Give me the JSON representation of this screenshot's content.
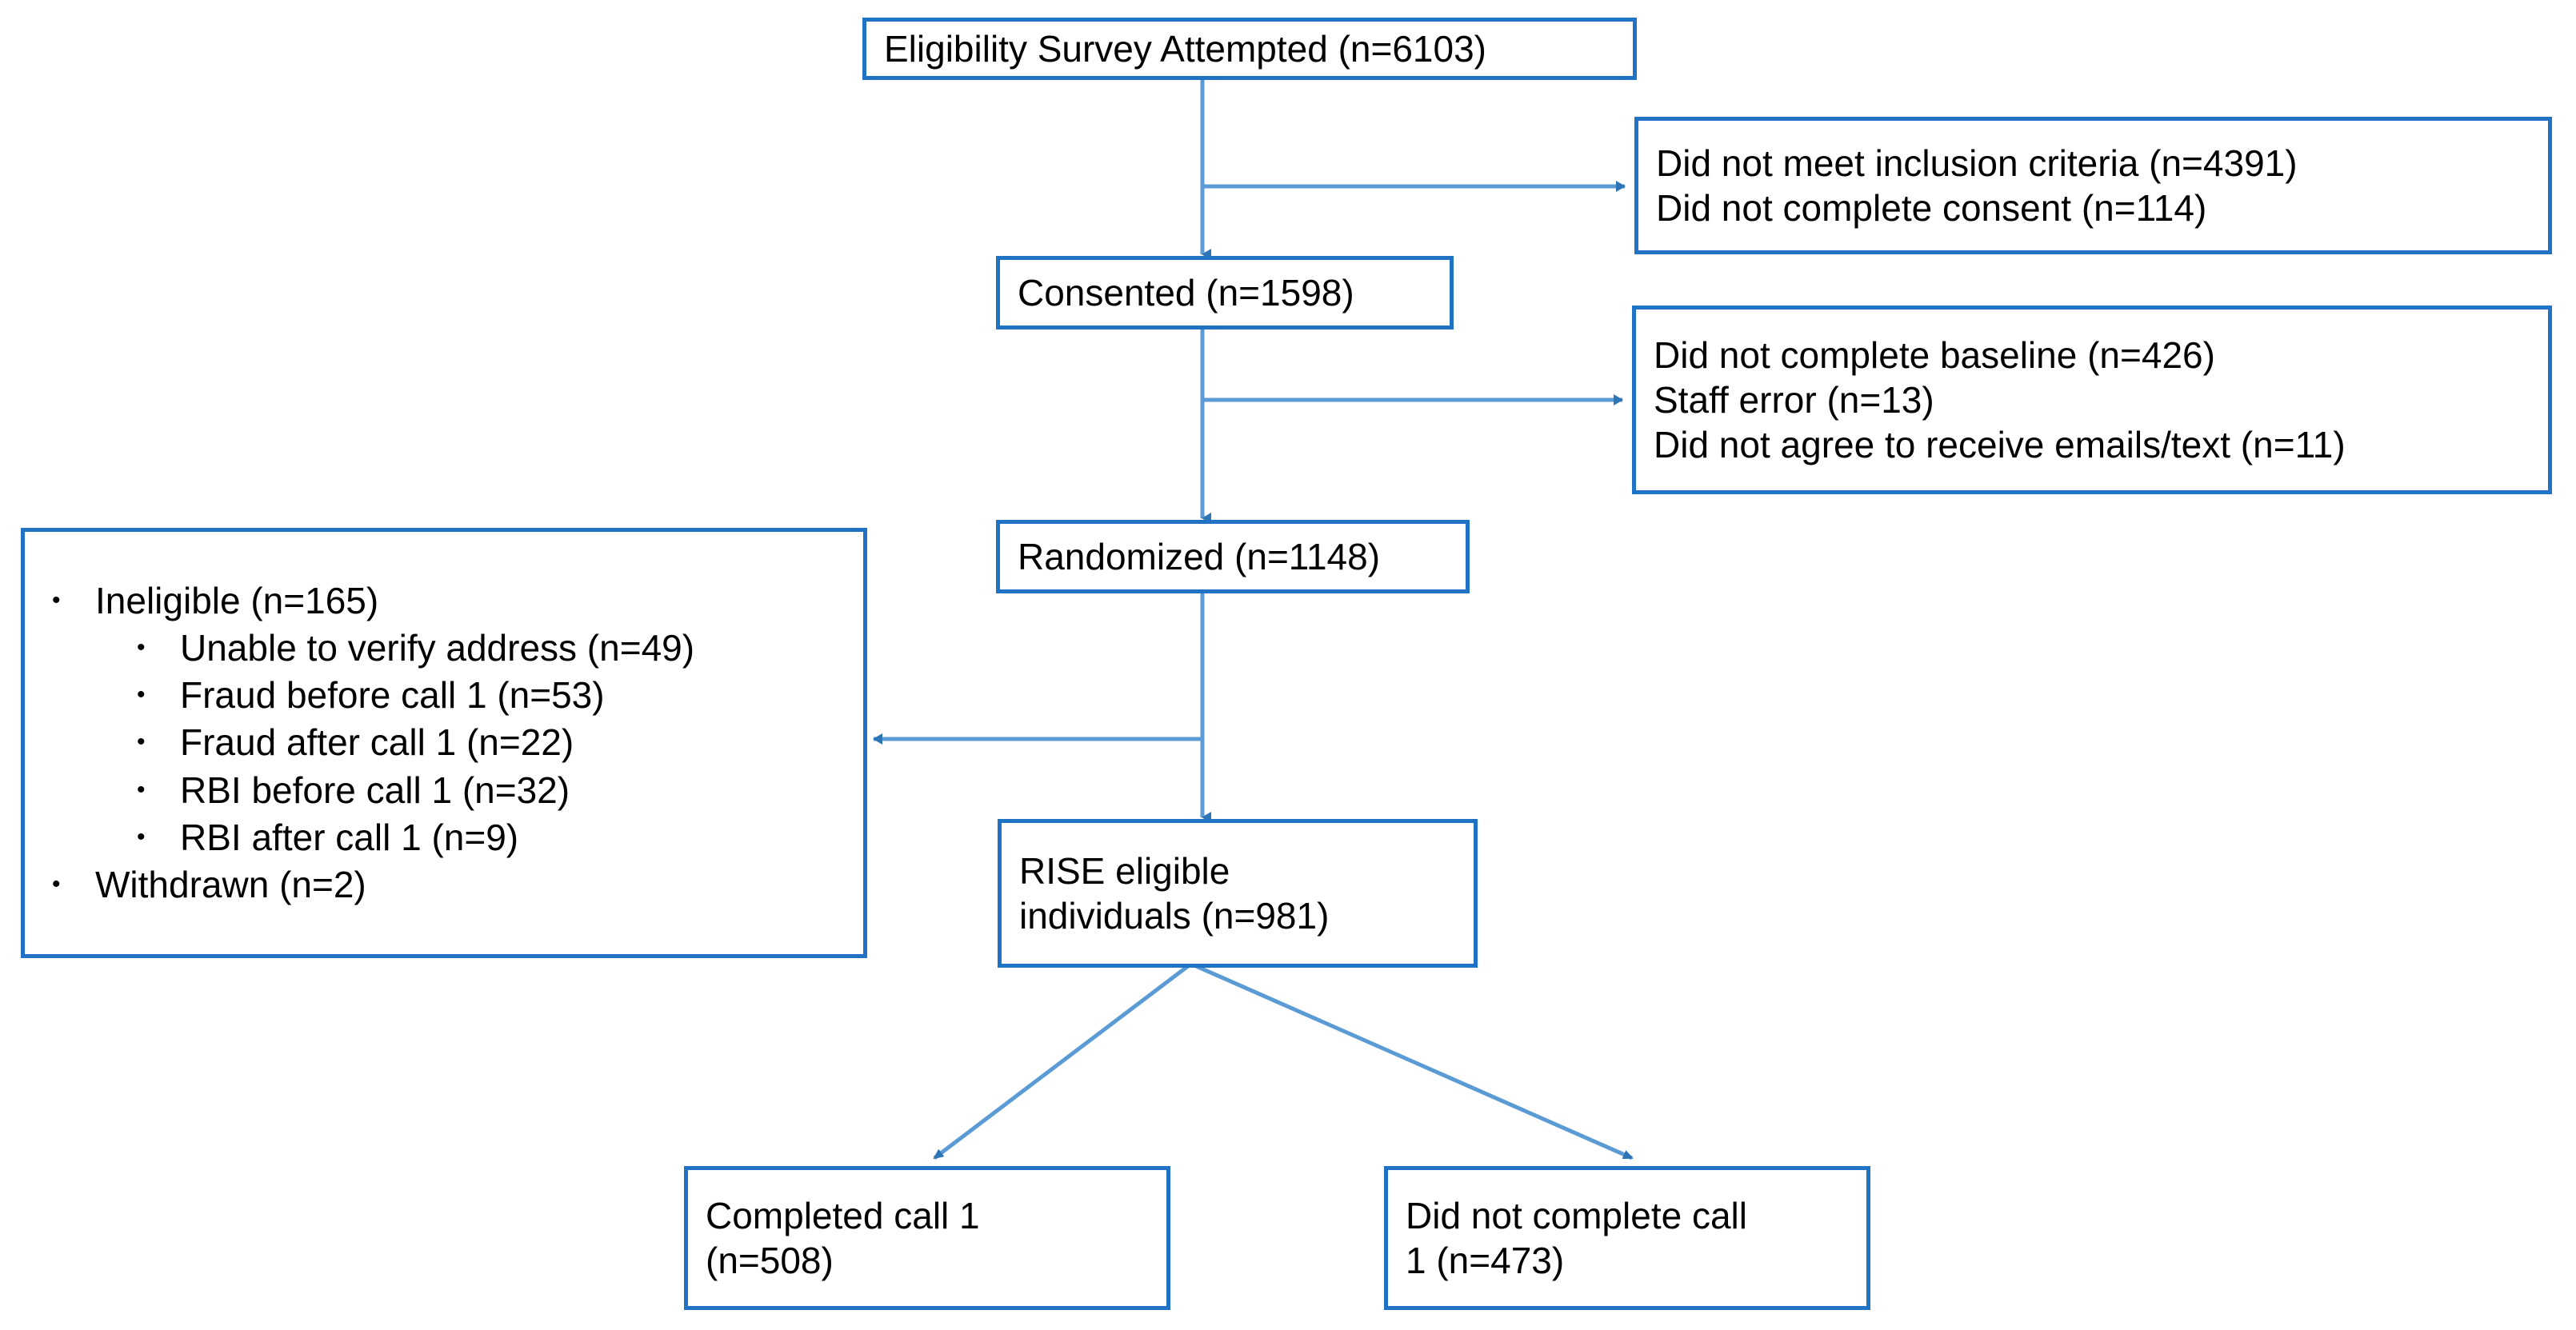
{
  "figure": {
    "type": "flowchart",
    "description": "CONSORT-style participant flow diagram for the RISE study",
    "accent_color": "#1f72c4",
    "connector_color": "#5b9bd5",
    "text_color": "#000000",
    "background_color": "#ffffff"
  },
  "nodes": {
    "eligibility": {
      "id": "eligibility-survey-attempted",
      "lines": [
        "Eligibility Survey Attempted (n=6103)"
      ],
      "count": 6103
    },
    "consented": {
      "id": "consented",
      "lines": [
        "Consented (n=1598)"
      ],
      "count": 1598
    },
    "randomized": {
      "id": "randomized",
      "lines": [
        "Randomized (n=1148)"
      ],
      "count": 1148
    },
    "rise_eligible": {
      "id": "rise-eligible-individuals",
      "lines": [
        "RISE eligible",
        "individuals (n=981)"
      ],
      "count": 981
    },
    "completed_call": {
      "id": "completed-call-1",
      "lines": [
        "Completed call 1",
        "(n=508)"
      ],
      "count": 508
    },
    "not_completed_call": {
      "id": "did-not-complete-call-1",
      "lines": [
        "Did not complete call",
        "1 (n=473)"
      ],
      "count": 473
    },
    "exclusion_1": {
      "id": "exclusions-after-eligibility-survey",
      "lines": [
        "Did not meet inclusion criteria (n=4391)",
        "Did not complete consent (n=114)"
      ],
      "counts": [
        4391,
        114
      ]
    },
    "exclusion_2": {
      "id": "exclusions-after-consent",
      "lines": [
        "Did not complete baseline (n=426)",
        "Staff error (n=13)",
        "Did not agree to receive emails/text (n=11)"
      ],
      "counts": [
        426,
        13,
        11
      ]
    },
    "exclusion_3": {
      "id": "exclusions-after-randomization",
      "items": [
        {
          "level": 1,
          "bullet": "•",
          "text": "Ineligible (n=165)",
          "count": 165
        },
        {
          "level": 2,
          "bullet": "•",
          "text": "Unable to verify address (n=49)",
          "count": 49
        },
        {
          "level": 2,
          "bullet": "•",
          "text": "Fraud before call 1 (n=53)",
          "count": 53
        },
        {
          "level": 2,
          "bullet": "•",
          "text": "Fraud after call 1 (n=22)",
          "count": 22
        },
        {
          "level": 2,
          "bullet": "•",
          "text": "RBI before call 1 (n=32)",
          "count": 32
        },
        {
          "level": 2,
          "bullet": "•",
          "text": "RBI after call 1 (n=9)",
          "count": 9
        },
        {
          "level": 1,
          "bullet": "•",
          "text": "Withdrawn (n=2)",
          "count": 2
        }
      ]
    }
  },
  "edges": [
    {
      "from": "eligibility",
      "to": "consented",
      "kind": "vertical-arrow"
    },
    {
      "from": "eligibility",
      "to": "exclusion_1",
      "kind": "branch-right-arrow"
    },
    {
      "from": "consented",
      "to": "randomized",
      "kind": "vertical-arrow"
    },
    {
      "from": "consented",
      "to": "exclusion_2",
      "kind": "branch-right-arrow"
    },
    {
      "from": "randomized",
      "to": "rise_eligible",
      "kind": "vertical-arrow"
    },
    {
      "from": "randomized",
      "to": "exclusion_3",
      "kind": "branch-left-arrow"
    },
    {
      "from": "rise_eligible",
      "to": "completed_call",
      "kind": "diagonal-arrow"
    },
    {
      "from": "rise_eligible",
      "to": "not_completed_call",
      "kind": "diagonal-arrow"
    }
  ]
}
